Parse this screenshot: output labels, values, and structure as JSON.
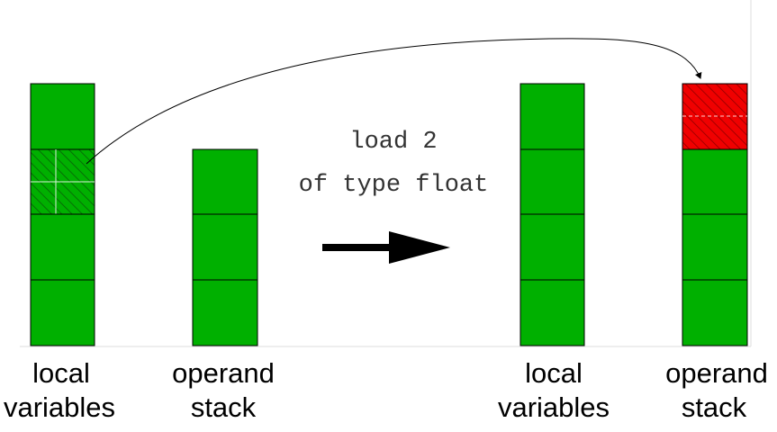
{
  "colors": {
    "cell_fill": "#00b000",
    "highlight_fill": "#f00000",
    "line": "#000000",
    "text": "#333333"
  },
  "instruction": {
    "line1": "load 2",
    "line2": "of type float"
  },
  "before": {
    "locals_label": [
      "local",
      "variables"
    ],
    "stack_label": [
      "operand",
      "stack"
    ],
    "locals_cells": 4,
    "stack_cells": 3,
    "highlighted_local_index": 1
  },
  "after": {
    "locals_label": [
      "local",
      "variables"
    ],
    "stack_label": [
      "operand",
      "stack"
    ],
    "locals_cells": 4,
    "stack_cells": 4,
    "highlighted_stack_index": 0
  }
}
